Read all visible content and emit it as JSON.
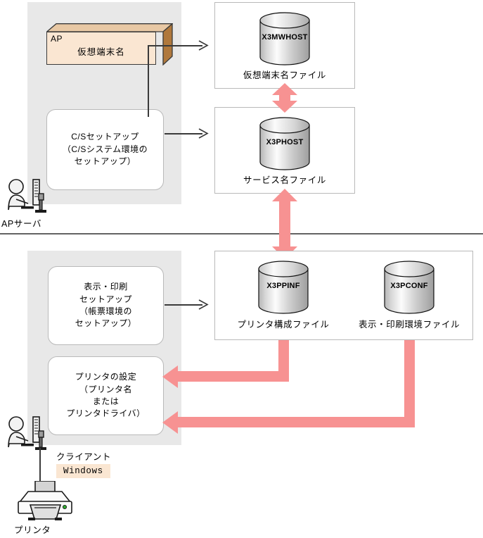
{
  "diagram": {
    "title": "C/S setup and display-print setup environment files flow",
    "colors": {
      "zone_fill": "#e8e8e8",
      "ap_box_fill": "#fae6d2",
      "ap_box_top": "#e8c8a4",
      "ap_box_side": "#b0783c",
      "pink_arrow": "#f79292",
      "box_border": "#b9b9b9",
      "divider": "#636363"
    },
    "divider": {
      "label": "server-client boundary"
    }
  },
  "server_zone": {
    "name": "AP server zone",
    "actor_label": "APサーバ",
    "ap_box": {
      "tag": "AP",
      "label": "仮想端末名"
    },
    "setup_box": {
      "label": "C/Sセットアップ\n（C/Sシステム環境の\nセットアップ）"
    }
  },
  "client_zone": {
    "name": "Client zone",
    "actor_label": "クライアント",
    "os_badge": "Windows",
    "printer_label": "プリンタ",
    "print_setup_box": {
      "label": "表示・印刷\nセットアップ\n（帳票環境の\nセットアップ）"
    },
    "printer_setting_box": {
      "label": "プリンタの設定\n（プリンタ名\nまたは\nプリンタドライバ）"
    }
  },
  "files": {
    "virtual_terminal": {
      "cylinder": "X3MWHOST",
      "caption": "仮想端末名ファイル"
    },
    "service_name": {
      "cylinder": "X3PHOST",
      "caption": "サービス名ファイル"
    },
    "printer_config": {
      "cylinder": "X3PPINF",
      "caption": "プリンタ構成ファイル"
    },
    "print_env": {
      "cylinder": "X3PCONF",
      "caption": "表示・印刷環境ファイル"
    }
  },
  "connectors": {
    "ap_to_virtual_terminal": "仮想端末名 → 仮想端末名ファイル",
    "cs_setup_to_service_name": "C/Sセットアップ → サービス名ファイル",
    "virtual_terminal_to_service_name": "仮想端末名ファイル ⇔ サービス名ファイル",
    "service_name_to_printer_config": "サービス名ファイル ⇔ プリンタ構成ファイル",
    "print_setup_to_printer_config": "表示・印刷セットアップ → プリンタ構成ファイル",
    "printer_config_to_printer_setting": "プリンタ構成ファイル → プリンタの設定",
    "print_env_to_printer_setting": "表示・印刷環境ファイル → プリンタの設定"
  }
}
